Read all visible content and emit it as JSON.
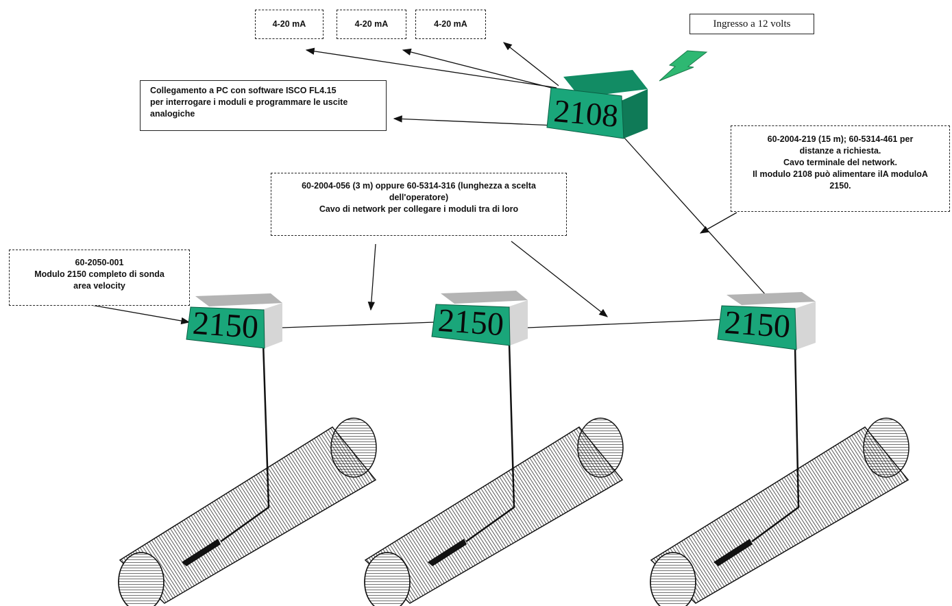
{
  "analog_outputs": [
    "4-20 mA",
    "4-20 mA",
    "4-20 mA"
  ],
  "power_input": "Ingresso a 12 volts",
  "pc_note": {
    "lines": [
      "Collegamento a PC con software ISCO FL4.15",
      "per interrogare i moduli e programmare le uscite",
      "analogiche"
    ]
  },
  "terminal_cable_note": {
    "lines": [
      "60-2004-219 (15 m); 60-5314-461 per",
      "distanze a richiesta.",
      "Cavo terminale del network.",
      "Il modulo 2108 può alimentare ilA moduloA",
      "2150."
    ]
  },
  "network_cable_note": {
    "lines": [
      "60-2004-056 (3 m) oppure 60-5314-316 (lunghezza a scelta",
      "dell'operatore)",
      "Cavo di network per collegare i moduli tra di loro"
    ]
  },
  "module_note": {
    "lines": [
      "60-2050-001",
      "Modulo 2150 completo di sonda",
      "area velocity"
    ]
  },
  "controller": {
    "label": "2108",
    "color": "#1aa67a"
  },
  "modules": [
    {
      "label": "2150"
    },
    {
      "label": "2150"
    },
    {
      "label": "2150"
    }
  ],
  "colors": {
    "module_face": "#1aa67a",
    "module_box": "#c9c9c9",
    "bolt": "#2eb872"
  }
}
